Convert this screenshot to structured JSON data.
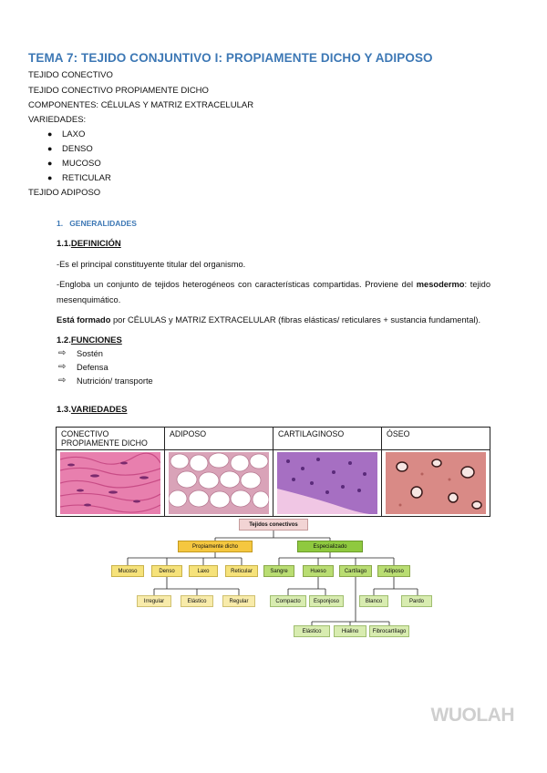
{
  "title": "TEMA 7: TEJIDO CONJUNTIVO I: PROPIAMENTE DICHO Y ADIPOSO",
  "outline": {
    "lines": [
      "TEJIDO CONECTIVO",
      "TEJIDO CONECTIVO PROPIAMENTE DICHO",
      "COMPONENTES: CÉLULAS Y MATRIZ EXTRACELULAR",
      "VARIEDADES:"
    ],
    "varieties": [
      "LAXO",
      "DENSO",
      "MUCOSO",
      "RETICULAR"
    ],
    "last": "TEJIDO ADIPOSO"
  },
  "section1": {
    "num": "1.",
    "heading": "GENERALIDADES"
  },
  "s11": {
    "num": "1.1.",
    "heading": "DEFINICIÓN",
    "p1": "-Es el principal constituyente titular del organismo.",
    "p2a": "-Engloba un conjunto de tejidos heterogéneos con características compartidas. Proviene del ",
    "p2b": "mesodermo",
    "p2c": ": tejido mesenquimático.",
    "p3a": "Está formado",
    "p3b": " por CÉLULAS y MATRIZ EXTRACELULAR (fibras elásticas/ reticulares + sustancia fundamental)."
  },
  "s12": {
    "num": "1.2.",
    "heading": "FUNCIONES",
    "items": [
      "Sostén",
      "Defensa",
      "Nutrición/ transporte"
    ]
  },
  "s13": {
    "num": "1.3.",
    "heading": "VARIEDADES",
    "table_headers": [
      "CONECTIVO PROPIAMENTE DICHO",
      "ADIPOSO",
      "CARTILAGINOSO",
      "ÓSEO"
    ]
  },
  "diagram": {
    "root": "Tejidos conectivos",
    "propio": "Propiamente dicho",
    "especial": "Especializado",
    "propio_children": [
      "Mucoso",
      "Denso",
      "Laxo",
      "Reticular"
    ],
    "denso_children": [
      "Irregular",
      "Elástico",
      "Regular"
    ],
    "esp_children": [
      "Sangre",
      "Hueso",
      "Cartílago",
      "Adiposo"
    ],
    "hueso_children": [
      "Compacto",
      "Esponjoso"
    ],
    "cart_children": [
      "Elástico",
      "Hialino",
      "Fibrocartílago"
    ],
    "adip_children": [
      "Blanco",
      "Pardo"
    ]
  },
  "watermark": "WUOLAH",
  "colors": {
    "heading_blue": "#3d78b5"
  }
}
